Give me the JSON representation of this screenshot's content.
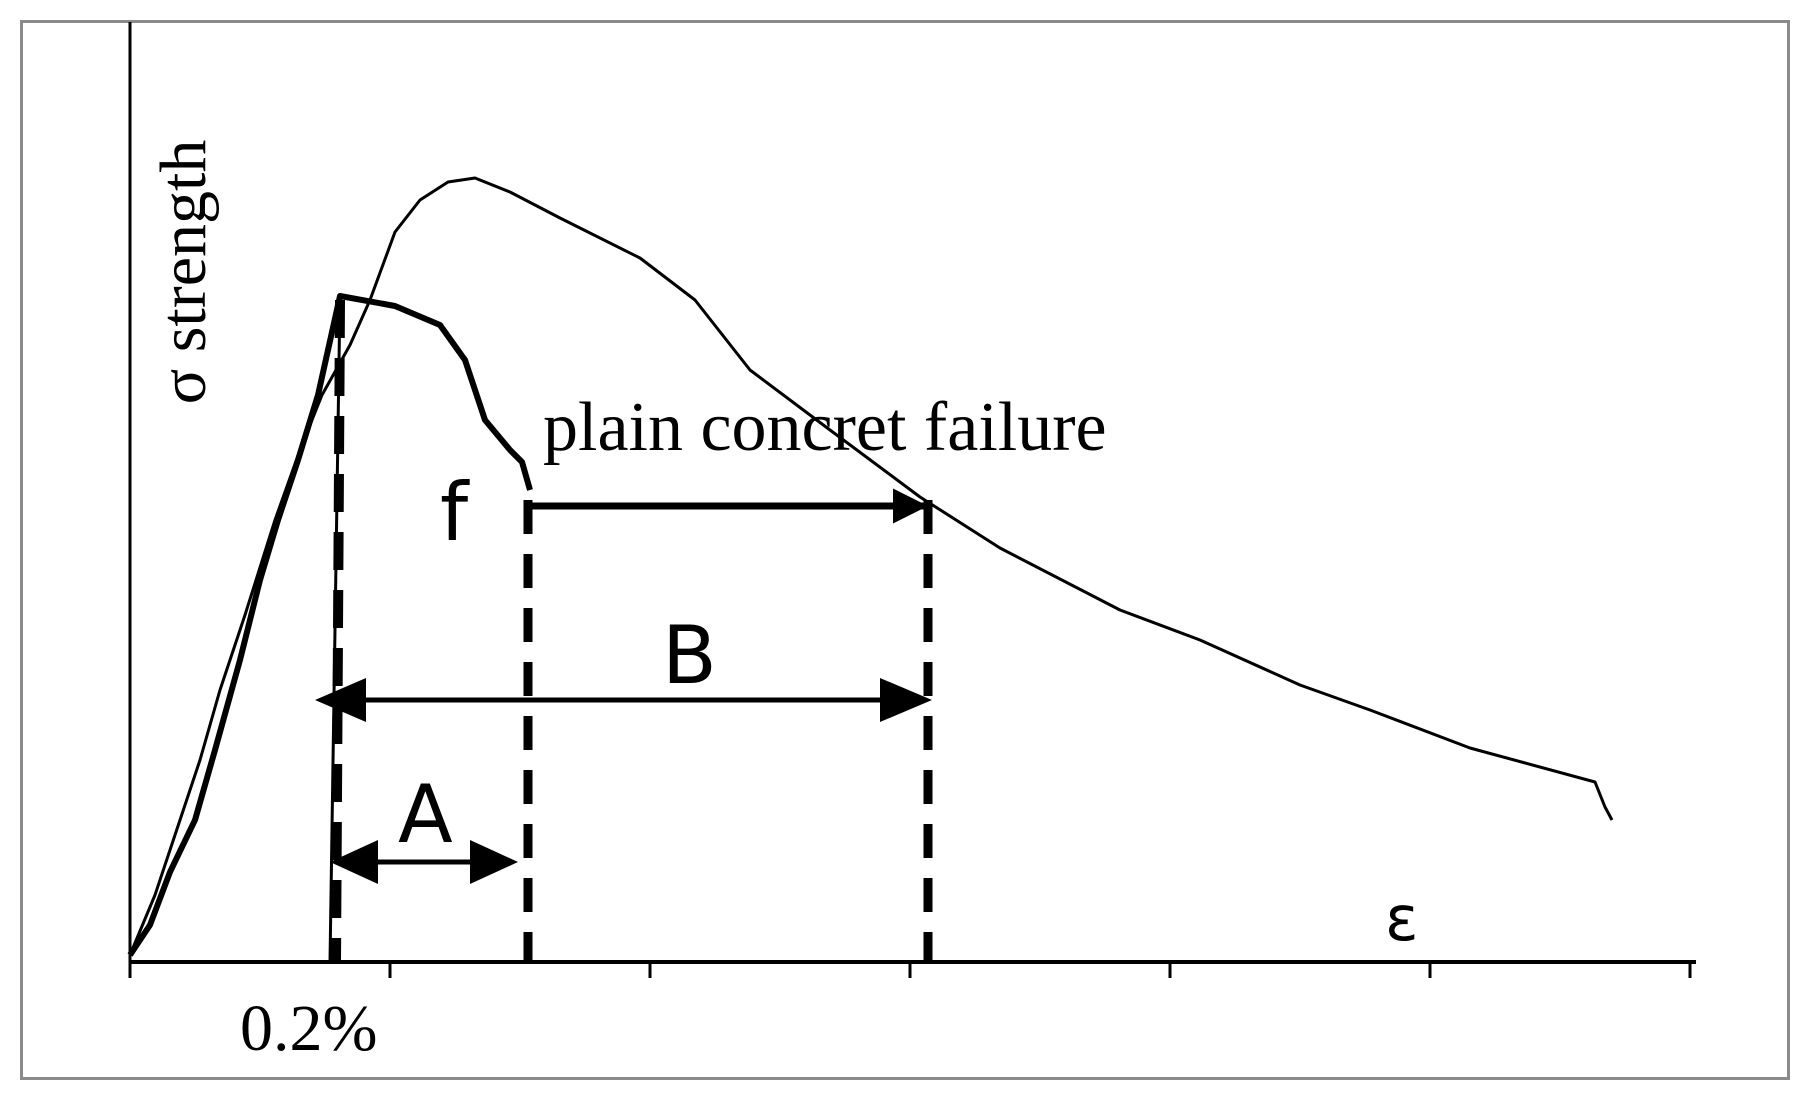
{
  "y_axis_label": "σ strength",
  "x_axis_symbol": "ε",
  "x_tick_label": "0.2%",
  "curve_label": "plain concret failure",
  "point_label": "f",
  "span_a_label": "A",
  "span_b_label": "B"
}
